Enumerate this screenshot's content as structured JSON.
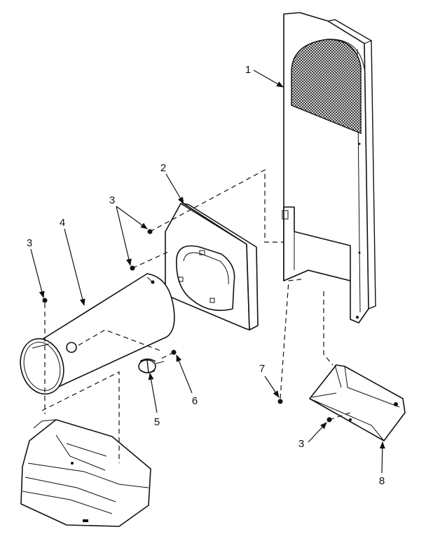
{
  "callouts": {
    "c1": "1",
    "c2": "2",
    "c3a": "3",
    "c3b": "3",
    "c3c": "3",
    "c4": "4",
    "c5": "5",
    "c6": "6",
    "c7": "7",
    "c8": "8"
  }
}
